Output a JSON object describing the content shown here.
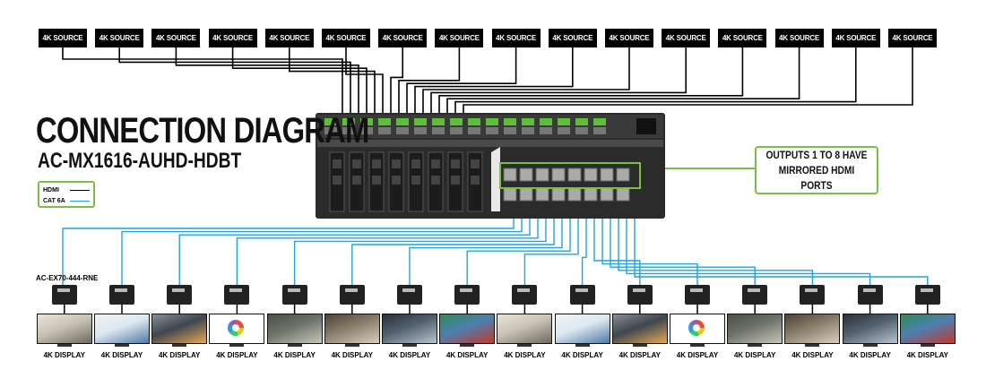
{
  "title": "CONNECTION DIAGRAM",
  "model": "AC-MX1616-AUHD-HDBT",
  "legend": {
    "hdmi_label": "HDMI",
    "cat_label": "CAT 6A",
    "hdmi_color": "#000000",
    "cat_color": "#1fa4e0"
  },
  "callout": {
    "line1": "OUTPUTS 1 TO 8 HAVE",
    "line2": "MIRRORED HDMI PORTS"
  },
  "accent_color": "#7ac143",
  "extender_label": "AC-EX70-444-RNE",
  "sources": [
    "4K SOURCE",
    "4K SOURCE",
    "4K SOURCE",
    "4K SOURCE",
    "4K SOURCE",
    "4K SOURCE",
    "4K SOURCE",
    "4K SOURCE",
    "4K SOURCE",
    "4K SOURCE",
    "4K SOURCE",
    "4K SOURCE",
    "4K SOURCE",
    "4K SOURCE",
    "4K SOURCE",
    "4K SOURCE"
  ],
  "displays": [
    {
      "label": "4K DISPLAY",
      "scene": "office"
    },
    {
      "label": "4K DISPLAY",
      "scene": "doctor"
    },
    {
      "label": "4K DISPLAY",
      "scene": "rocket"
    },
    {
      "label": "4K DISPLAY",
      "scene": "donut-chart"
    },
    {
      "label": "4K DISPLAY",
      "scene": "room"
    },
    {
      "label": "4K DISPLAY",
      "scene": "kitchen"
    },
    {
      "label": "4K DISPLAY",
      "scene": "city"
    },
    {
      "label": "4K DISPLAY",
      "scene": "containers"
    },
    {
      "label": "4K DISPLAY",
      "scene": "office"
    },
    {
      "label": "4K DISPLAY",
      "scene": "doctor"
    },
    {
      "label": "4K DISPLAY",
      "scene": "rocket"
    },
    {
      "label": "4K DISPLAY",
      "scene": "donut-chart"
    },
    {
      "label": "4K DISPLAY",
      "scene": "room"
    },
    {
      "label": "4K DISPLAY",
      "scene": "kitchen"
    },
    {
      "label": "4K DISPLAY",
      "scene": "city"
    },
    {
      "label": "4K DISPLAY",
      "scene": "containers"
    }
  ]
}
